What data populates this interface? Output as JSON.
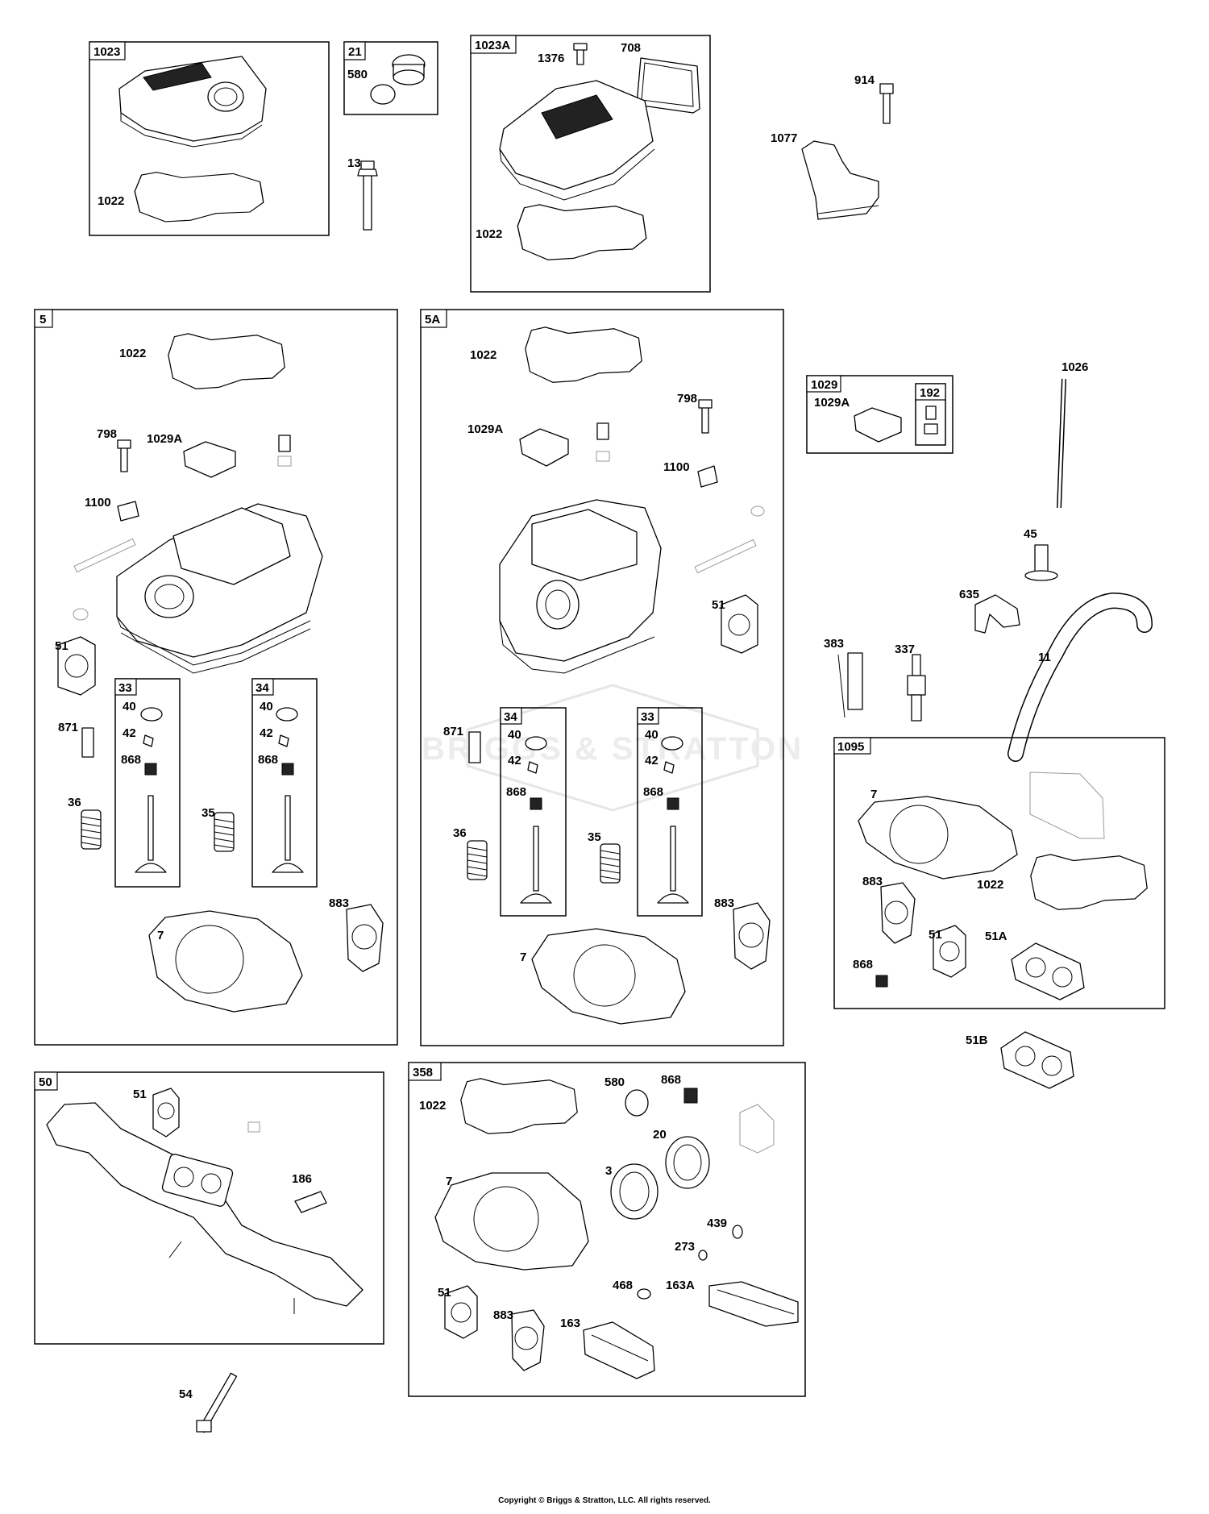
{
  "watermark": "BRIGGS & STRATTON",
  "copyright": "Copyright © Briggs & Stratton, LLC. All rights reserved.",
  "groups": {
    "g1023": {
      "tag": "1023",
      "labels": {
        "gasket": "1022"
      }
    },
    "g21": {
      "tag": "21",
      "labels": {
        "oring": "580"
      }
    },
    "g1023A": {
      "tag": "1023A",
      "labels": {
        "bolt": "1376",
        "seal": "708",
        "gasket": "1022"
      }
    },
    "g5": {
      "tag": "5",
      "labels": {
        "gasket": "1022",
        "bolt": "798",
        "rocker": "1029A",
        "breather": "1100",
        "gasket51": "51",
        "tube871": "871",
        "spring36": "36",
        "spring35": "35",
        "headgasket": "7",
        "gasket883": "883"
      }
    },
    "g5A": {
      "tag": "5A",
      "labels": {
        "gasket": "1022",
        "bolt": "798",
        "rocker": "1029A",
        "breather": "1100",
        "gasket51": "51",
        "tube871": "871",
        "spring36": "36",
        "spring35": "35",
        "headgasket": "7",
        "gasket883": "883"
      }
    },
    "v33a": {
      "tag": "33",
      "labels": {
        "c40": "40",
        "c42": "42",
        "c868": "868"
      }
    },
    "v34a": {
      "tag": "34",
      "labels": {
        "c40": "40",
        "c42": "42",
        "c868": "868"
      }
    },
    "v34b": {
      "tag": "34",
      "labels": {
        "c40": "40",
        "c42": "42",
        "c868": "868"
      }
    },
    "v33b": {
      "tag": "33",
      "labels": {
        "c40": "40",
        "c42": "42",
        "c868": "868"
      }
    },
    "g1029": {
      "tag": "1029",
      "labels": {
        "rocker": "1029A"
      }
    },
    "g192": {
      "tag": "192"
    },
    "g1095": {
      "tag": "1095",
      "labels": {
        "headgasket": "7",
        "gasket883": "883",
        "gasket1022": "1022",
        "gasket51": "51",
        "gasket51A": "51A",
        "seal868": "868"
      }
    },
    "g50": {
      "tag": "50",
      "labels": {
        "gasket51": "51",
        "fitting186": "186"
      }
    },
    "g358": {
      "tag": "358",
      "labels": {
        "gasket1022": "1022",
        "oring580": "580",
        "seal868": "868",
        "seal20": "20",
        "seal3": "3",
        "headgasket7": "7",
        "oring439": "439",
        "oring273": "273",
        "oring468": "468",
        "gasket163A": "163A",
        "gasket51": "51",
        "gasket883": "883",
        "gasket163": "163"
      }
    }
  },
  "loose": {
    "bolt914": "914",
    "bracket1077": "1077",
    "bolt13": "13",
    "pushrod1026": "1026",
    "tappet45": "45",
    "boot635": "635",
    "clip383": "383",
    "plug337": "337",
    "tube11": "11",
    "gasket51B": "51B",
    "bolt54": "54"
  }
}
